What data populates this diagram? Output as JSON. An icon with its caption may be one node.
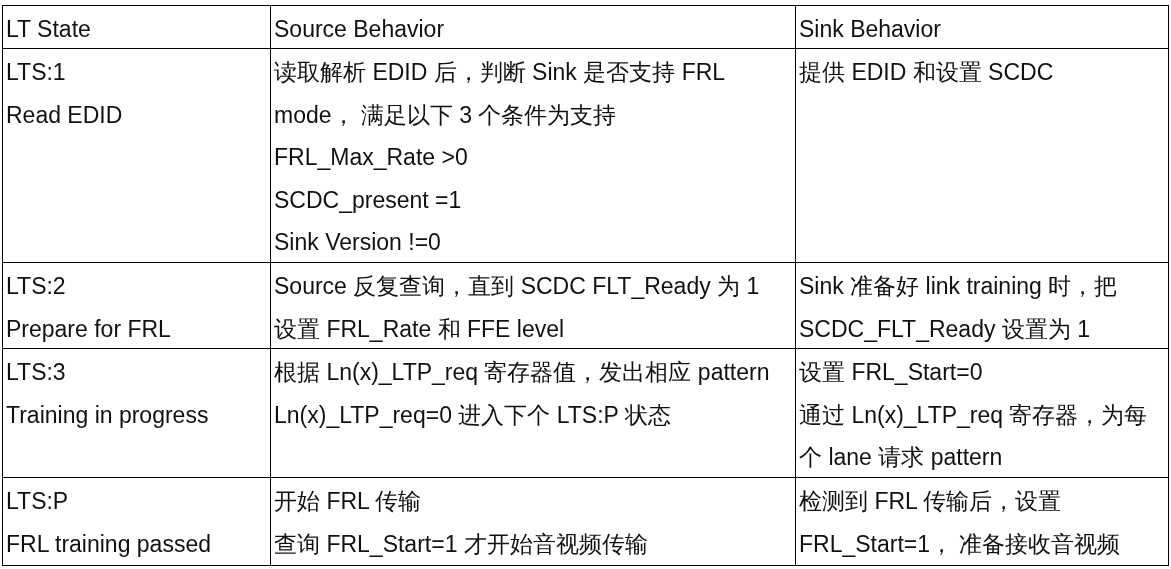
{
  "diagram": {
    "labels": [
      "LT State",
      "Source Behavior",
      "Sink Behavior",
      "LTS:1",
      "Read EDID",
      "读取解析 EDID 后，判断 Sink 是否支持 FRL mode， 满足以下 3 个条件为支持",
      "FRL_Max_Rate >0",
      "SCDC_present =1",
      "Sink Version !=0",
      "提供 EDID 和设置 SCDC",
      "LTS:2",
      "Prepare for FRL",
      "Source 反复查询，直到 SCDC FLT_Ready 为 1",
      "设置 FRL_Rate 和 FFE level",
      "Sink 准备好 link training 时，把 SCDC_FLT_Ready 设置为 1",
      "LTS:3",
      "Training in progress",
      "根据 Ln(x)_LTP_req 寄存器值，发出相应 pattern",
      "Ln(x)_LTP_req=0 进入下个 LTS:P 状态",
      "设置 FRL_Start=0",
      "通过 Ln(x)_LTP_req 寄存器，为每个 lane 请求 pattern",
      "LTS:P",
      "FRL training passed",
      "开始 FRL 传输",
      "查询 FRL_Start=1 才开始音视频传输",
      "检测到 FRL 传输后，设置 FRL_Start=1， 准备接收音视频"
    ]
  }
}
